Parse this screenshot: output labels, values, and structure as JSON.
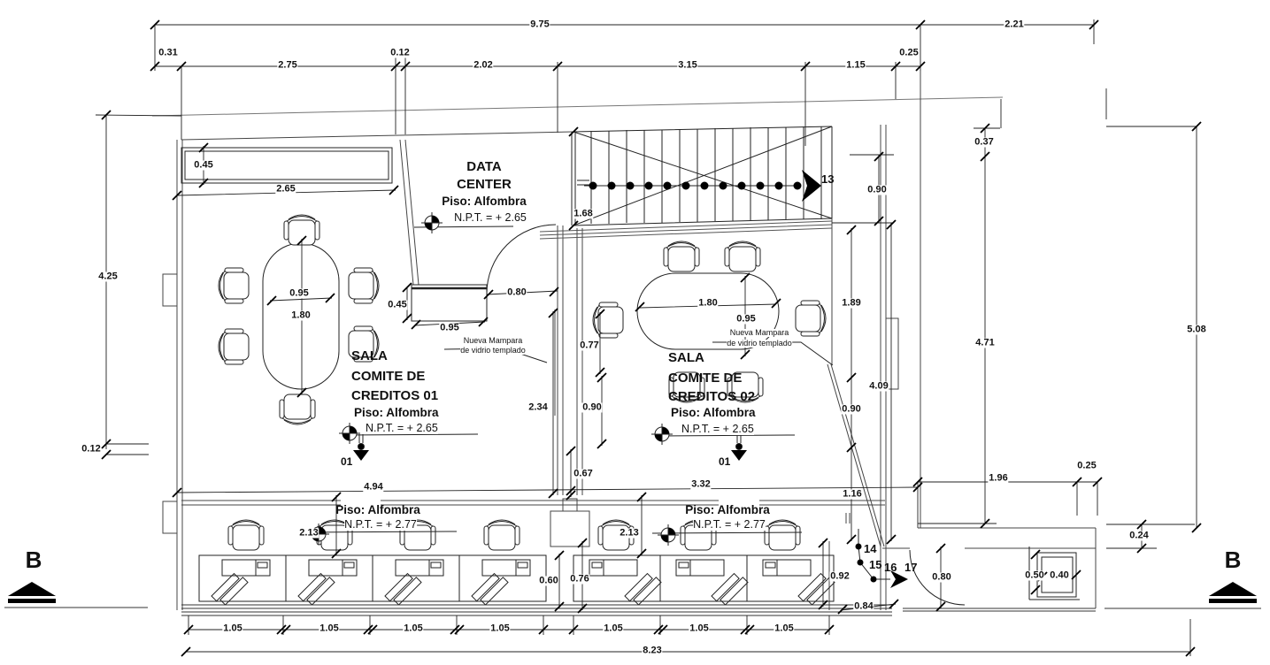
{
  "section_markers": {
    "left": "B",
    "right": "B"
  },
  "rooms": {
    "data_center": {
      "line1": "DATA",
      "line2": "CENTER",
      "floor": "Piso: Alfombra",
      "level": "N.P.T. = + 2.65"
    },
    "sala_creditos_01": {
      "line1": "SALA",
      "line2": "COMITE DE",
      "line3": "CREDITOS 01",
      "floor": "Piso: Alfombra",
      "level": "N.P.T. = + 2.65"
    },
    "sala_creditos_02": {
      "line1": "SALA",
      "line2": "COMITE DE",
      "line3": "CREDITOS 02",
      "floor": "Piso: Alfombra",
      "level": "N.P.T. = + 2.65"
    },
    "open_office_left": {
      "floor": "Piso: Alfombra",
      "level": "N.P.T. = + 2.77"
    },
    "open_office_right": {
      "floor": "Piso: Alfombra",
      "level": "N.P.T. = + 2.77"
    }
  },
  "annotations": {
    "mampara_left": {
      "line1": "Nueva Mampara",
      "line2": "de vidrio templado"
    },
    "mampara_right": {
      "line1": "Nueva Mampara",
      "line2": "de vidrio templado"
    }
  },
  "keynotes": {
    "k13": "13",
    "k14": "14",
    "k15": "15",
    "k16": "16",
    "k17": "17",
    "door_left": "01",
    "door_right": "01"
  },
  "dims": {
    "top_total": "9.75",
    "top_right": "2.21",
    "top_a": "0.31",
    "top_b": "2.75",
    "top_c": "0.12",
    "top_d": "2.02",
    "top_e": "3.15",
    "top_f": "1.15",
    "top_g": "0.25",
    "left_main": "4.25",
    "left_wall": "0.12",
    "credenza_depth": "0.45",
    "credenza_width": "2.65",
    "stair_width": "1.68",
    "stair_right": "0.90",
    "right_step": "0.37",
    "table1_width": "0.95",
    "table1_length": "1.80",
    "cabinet_depth": "0.45",
    "passage": "0.80",
    "cabinet_width": "0.95",
    "corridor_a": "0.77",
    "corridor_b": "2.34",
    "corridor_c": "0.90",
    "table2_length": "1.80",
    "table2_width": "0.95",
    "right_a": "1.89",
    "right_b": "4.09",
    "right_c": "0.90",
    "right_d": "1.16",
    "outer_a": "4.71",
    "outer_b": "5.08",
    "outer_c": "1.96",
    "outer_d": "0.25",
    "outer_e": "0.24",
    "mid_a": "0.67",
    "mid_b": "4.94",
    "mid_c": "3.32",
    "desk_left": "2.13",
    "desk_right": "2.13",
    "col_a": "0.60",
    "col_b": "0.76",
    "vest_a": "0.92",
    "vest_b": "0.84",
    "door_width": "0.80",
    "closet_a": "0.50",
    "closet_b": "0.40",
    "mod1": "1.05",
    "mod2": "1.05",
    "mod3": "1.05",
    "mod4": "1.05",
    "mod5": "1.05",
    "mod6": "1.05",
    "mod7": "1.05",
    "bottom_total": "8.23"
  }
}
